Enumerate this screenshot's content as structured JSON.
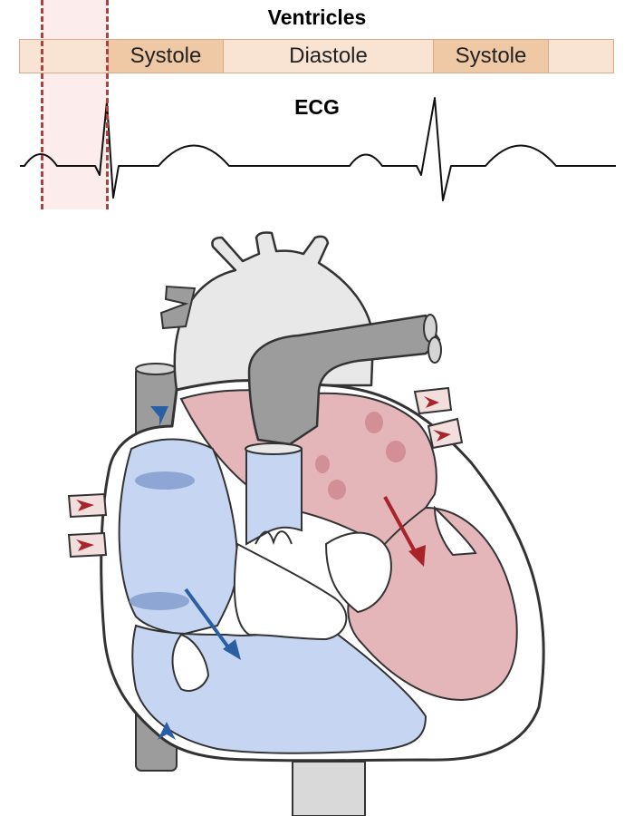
{
  "ventricles_title": "Ventricles",
  "ecg_title": "ECG",
  "phases": [
    {
      "label": "",
      "shade": "light"
    },
    {
      "label": "Systole",
      "shade": "dark"
    },
    {
      "label": "Diastole",
      "shade": "light"
    },
    {
      "label": "Systole",
      "shade": "dark"
    },
    {
      "label": "",
      "shade": "light"
    }
  ],
  "colors": {
    "deoxygenated": "#c6d6f2",
    "oxygenated": "#e4b5b9",
    "vessel_gray": "#9c9c9c",
    "arrow_blue": "#2b5fa3",
    "arrow_red": "#a8232a",
    "marker": "#b0403d"
  }
}
